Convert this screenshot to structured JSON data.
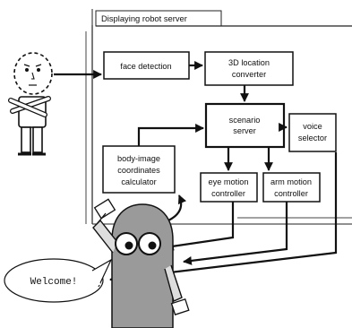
{
  "server_title": "Displaying robot server",
  "modules": {
    "face_detection": "face detection",
    "location_converter": [
      "3D location",
      "converter"
    ],
    "scenario_server": [
      "scenario",
      "server"
    ],
    "voice_selector": [
      "voice",
      "selector"
    ],
    "body_image_calculator": [
      "body-image",
      "coordinates",
      "calculator"
    ],
    "eye_motion_controller": [
      "eye motion",
      "controller"
    ],
    "arm_motion_controller": [
      "arm motion",
      "controller"
    ]
  },
  "speech_bubble": "Welcome!"
}
